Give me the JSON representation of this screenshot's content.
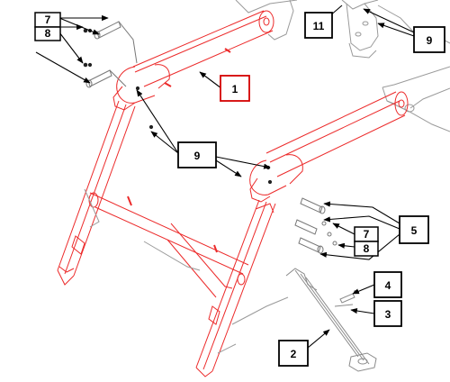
{
  "colors": {
    "frame": "#ec2a2a",
    "outline": "#9a9a9a",
    "callout": "#000000",
    "highlight_box": "#d40000"
  },
  "callouts": {
    "c1": "1",
    "c2": "2",
    "c3": "3",
    "c4": "4",
    "c5": "5",
    "c7a": "7",
    "c8a": "8",
    "c7b": "7",
    "c8b": "8",
    "c9a": "9",
    "c9b": "9",
    "c11": "11"
  }
}
